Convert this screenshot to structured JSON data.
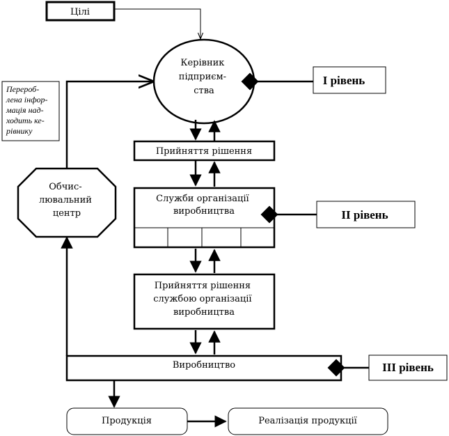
{
  "goals": {
    "label": "Цілі"
  },
  "manager": {
    "lines": [
      "Керівник",
      "підприєм-",
      "ства"
    ]
  },
  "level1": {
    "label": "І рівень"
  },
  "decision1": {
    "label": "Прийняття рішення"
  },
  "services": {
    "lines": [
      "Служби організації",
      "виробництва"
    ]
  },
  "level2": {
    "label": "ІІ рівень"
  },
  "decision2": {
    "lines": [
      "Прийняття рішення",
      "службою організації",
      "виробництва"
    ]
  },
  "production": {
    "label": "Виробництво"
  },
  "level3": {
    "label": "ІІІ рівень"
  },
  "product": {
    "label": "Продукція"
  },
  "realization": {
    "label": "Реалізація продукції"
  },
  "computing_center": {
    "lines": [
      "Обчис-",
      "лювальний",
      "центр"
    ]
  },
  "note": {
    "lines": [
      "Перероб-",
      "лена інфор-",
      "мація над-",
      "ходить ке-",
      "рівнику"
    ]
  }
}
